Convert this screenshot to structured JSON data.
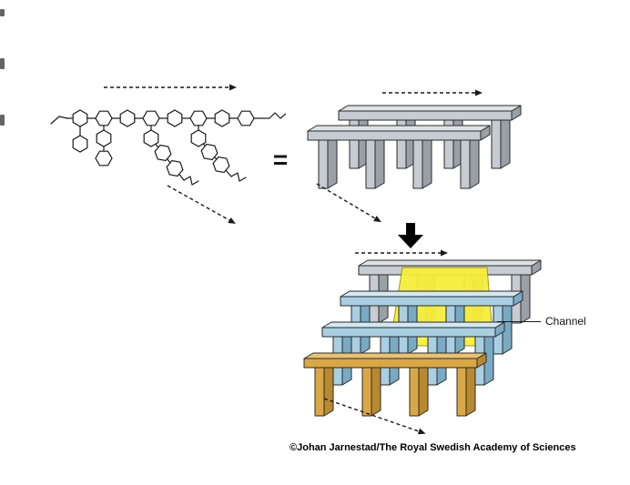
{
  "figure": {
    "equals_sign": "=",
    "channel_label": "Channel",
    "credit": "©Johan Jarnestad/The Royal Swedish Academy of Sciences"
  },
  "icons": {
    "chain_direction_arrow": "dashed-right-arrow",
    "stacking_direction_arrow": "dashed-diagonal-down-right-arrow",
    "transform_arrow": "solid-black-down-arrow"
  },
  "colors": {
    "background": "#ffffff",
    "ink": "#1a1a1a",
    "outline": "#2a2a2a",
    "gray_top": "#dde2e5",
    "gray_face": "#c6ccd1",
    "gray_side": "#99a1a7",
    "blue_top": "#d3e8f3",
    "blue_face": "#a9cfe3",
    "blue_side": "#79aac4",
    "orange_top": "#e9c271",
    "orange_face": "#d9a845",
    "orange_side": "#b8892f",
    "yellow_channel": "#f7ee3a"
  }
}
